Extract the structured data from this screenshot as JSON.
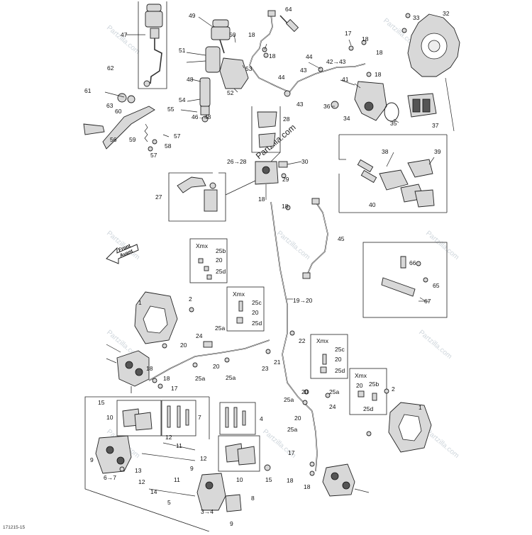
{
  "watermark": "Partzilla.com",
  "diagram_code": "171215-15",
  "front_arrow": {
    "line1": "Front",
    "line2": "Avant"
  },
  "callouts": {
    "c1a": "1",
    "c1b": "1",
    "c2a": "2",
    "c2b": "2",
    "c3": "3→4",
    "c4": "4",
    "c5": "5",
    "c6": "6→7",
    "c7": "7",
    "c8": "8",
    "c9a": "9",
    "c9b": "9",
    "c10a": "10",
    "c10b": "10",
    "c11a": "11",
    "c11b": "11",
    "c12a": "12",
    "c12b": "12",
    "c12c": "12",
    "c13": "13",
    "c14": "14",
    "c15a": "15",
    "c15b": "15",
    "c17a": "17",
    "c17b": "17",
    "c17c": "17",
    "c18a": "18",
    "c18b": "18",
    "c18c": "18",
    "c18d": "18",
    "c18e": "18",
    "c18f": "18",
    "c18g": "18",
    "c18h": "18",
    "c1920": "19→20",
    "c20a": "20",
    "c20b": "20",
    "c20c": "20",
    "c20d": "20",
    "c21": "21",
    "c22": "22",
    "c23": "23",
    "c24a": "24",
    "c24b": "24",
    "c25aA": "25a",
    "c25aB": "25a",
    "c25aC": "25a",
    "c25aD": "25a",
    "c25aE": "25a",
    "c2628": "26→28",
    "c27": "27",
    "c28": "28",
    "c29": "29",
    "c30": "30",
    "c32": "32",
    "c33": "33",
    "c34": "34",
    "c35": "35",
    "c36": "36",
    "c37": "37",
    "c38": "38",
    "c39": "39",
    "c40": "40",
    "c41": "41",
    "c4243": "42→43",
    "c43a": "43",
    "c43b": "43",
    "c44a": "44",
    "c44b": "44",
    "c45": "45",
    "c4648": "46→48",
    "c47": "47",
    "c48": "48",
    "c49": "49",
    "c50": "50",
    "c51": "51",
    "c52": "52",
    "c53": "53",
    "c54": "54",
    "c55": "55",
    "c56": "56",
    "c57a": "57",
    "c57b": "57",
    "c58": "58",
    "c59": "59",
    "c60": "60",
    "c61": "61",
    "c62": "62",
    "c63": "63",
    "c64": "64",
    "c65": "65",
    "c66": "66",
    "c67": "67"
  },
  "xmx_boxes": [
    {
      "title": "Xmx",
      "items": [
        "25b",
        "20",
        "25d"
      ]
    },
    {
      "title": "Xmx",
      "items": [
        "25c",
        "20",
        "25d"
      ]
    },
    {
      "title": "Xmx",
      "items": [
        "25c",
        "20",
        "25d"
      ]
    },
    {
      "title": "Xmx",
      "items": [
        "20",
        "25b",
        "25d"
      ]
    }
  ]
}
